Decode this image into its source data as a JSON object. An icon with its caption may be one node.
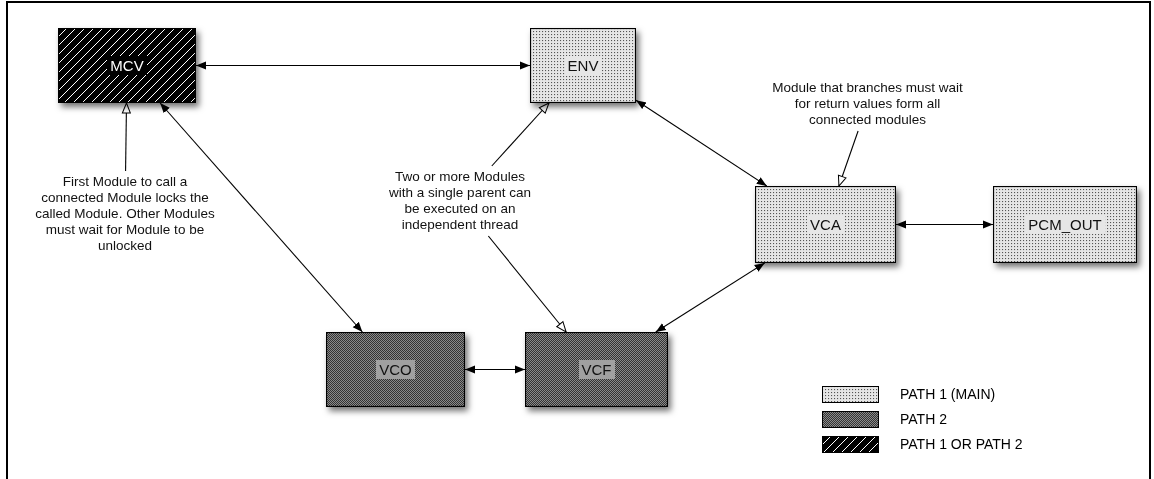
{
  "diagram": {
    "nodes": [
      {
        "text": [
          "MCV"
        ]
      },
      {
        "text": [
          "ENV"
        ]
      },
      {
        "text": [
          "Module that branches must wait for return values form all connected modules"
        ]
      },
      {
        "text": [
          "Two or more Modules with a single parent can be executed on an independent thread"
        ]
      },
      {
        "text": [
          "First Module to call a connected Module locks the called Module. Other Modules must wait for Module to be unlocked"
        ]
      },
      {
        "text": [
          "VCA"
        ]
      },
      {
        "text": [
          "PCM_OUT"
        ]
      },
      {
        "text": [
          "VCO"
        ]
      },
      {
        "text": [
          "VCF"
        ]
      }
    ],
    "edges": [
      {
        "from": 0,
        "to": 1,
        "arrow": "both"
      },
      {
        "from": 1,
        "to": 5,
        "arrow": "both"
      },
      {
        "from": 5,
        "to": 6,
        "arrow": "both"
      },
      {
        "from": 0,
        "to": 7,
        "arrow": "both"
      },
      {
        "from": 7,
        "to": 8,
        "arrow": "both"
      },
      {
        "from": 8,
        "to": 5,
        "arrow": "both"
      },
      {
        "from": 4,
        "to": 0,
        "arrow": "to"
      },
      {
        "from": 3,
        "to": 1,
        "arrow": "to"
      },
      {
        "from": 3,
        "to": 8,
        "arrow": "to"
      },
      {
        "from": 2,
        "to": 5,
        "arrow": "to"
      }
    ],
    "legend": [
      {
        "text": "PATH 1 (MAIN)"
      },
      {
        "text": "PATH 2"
      },
      {
        "text": "PATH 1 OR PATH 2"
      }
    ]
  }
}
